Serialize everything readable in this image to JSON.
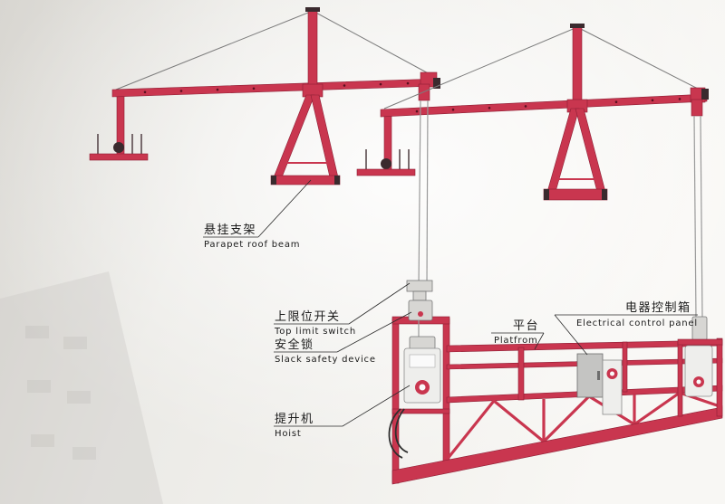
{
  "labels": {
    "parapet_roof_beam": {
      "zh": "悬挂支架",
      "en": "Parapet roof beam"
    },
    "top_limit_switch": {
      "zh": "上限位开关",
      "en": "Top limit switch"
    },
    "slack_safety_device": {
      "zh": "安全锁",
      "en": "Slack safety device"
    },
    "hoist": {
      "zh": "提升机",
      "en": "Hoist"
    },
    "platform": {
      "zh": "平台",
      "en": "Platfrom"
    },
    "electrical_control_panel": {
      "zh": "电器控制箱",
      "en": "Electrical control panel"
    }
  },
  "colors": {
    "frame": "#c9364f",
    "frame_dark": "#8e1f35",
    "background": "#f4f3f0"
  }
}
